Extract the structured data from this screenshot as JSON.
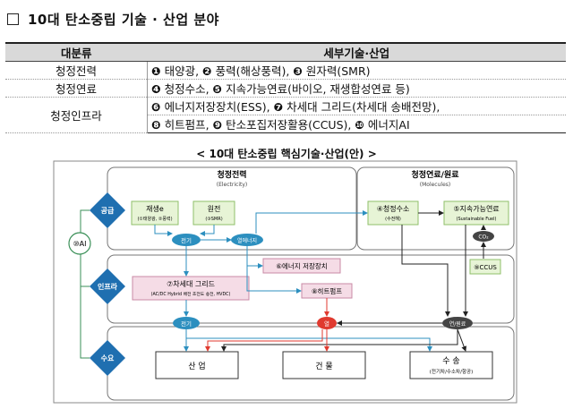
{
  "title": "10대 탄소중립 기술 · 산업 분야",
  "table": {
    "headers": [
      "대분류",
      "세부기술·산업"
    ],
    "rows": [
      {
        "category": "청정전력",
        "lines": [
          [
            [
              "❶",
              " 태양광, "
            ],
            [
              "❷",
              " 풍력(해상풍력), "
            ],
            [
              "❸",
              " 원자력(SMR)"
            ]
          ]
        ]
      },
      {
        "category": "청정연료",
        "lines": [
          [
            [
              "❹",
              " 청정수소, "
            ],
            [
              "❺",
              " 지속가능연료(바이오, 재생합성연료 등)"
            ]
          ]
        ]
      },
      {
        "category": "청정인프라",
        "lines": [
          [
            [
              "❻",
              " 에너지저장장치(ESS), "
            ],
            [
              "❼",
              " 차세대 그리드(차세대 송배전망),"
            ]
          ],
          [
            [
              "❽",
              " 히트펌프, "
            ],
            [
              "❾",
              " 탄소포집저장활용(CCUS), "
            ],
            [
              "❿",
              " 에너지AI"
            ]
          ]
        ]
      }
    ]
  },
  "diagram": {
    "caption": "< 10대 탄소중립 핵심기술·산업(안) >",
    "col_electricity": "청정전력",
    "col_electricity_sub": "(Electricity)",
    "col_molecules": "청정연료/원료",
    "col_molecules_sub": "(Molecules)",
    "ai_label": "⑩AI",
    "stage_supply": "공급",
    "stage_infra": "인프라",
    "stage_demand": "수요",
    "renew_title": "재생e",
    "renew_sub": "(①태양광, ②풍력)",
    "nuclear_title": "원전",
    "nuclear_sub": "(③SMR)",
    "elec_oval": "전기",
    "heat_oval_label": "열에너지",
    "hydrogen_title": "④청정수소",
    "hydrogen_sub": "(수전해)",
    "fuel_title": "⑤지속가능연료",
    "fuel_sub": "(Sustainable Fuel)",
    "co2_label": "CO₂",
    "ccus_label": "⑨CCUS",
    "ess_label": "⑥에너지 저장장치",
    "grid_title": "⑦차세대 그리드",
    "grid_sub": "(AC/DC Hybrid 배전 초전도 송전, HVDC)",
    "heatpump_label": "⑧히트펌프",
    "elec_oval_2": "전기",
    "heat_oval_2": "열",
    "fuel_oval": "연/원료",
    "demand_industry": "산 업",
    "demand_building": "건 물",
    "demand_transport": "수 송",
    "demand_transport_sub": "(전기차/수소차/항공)"
  }
}
